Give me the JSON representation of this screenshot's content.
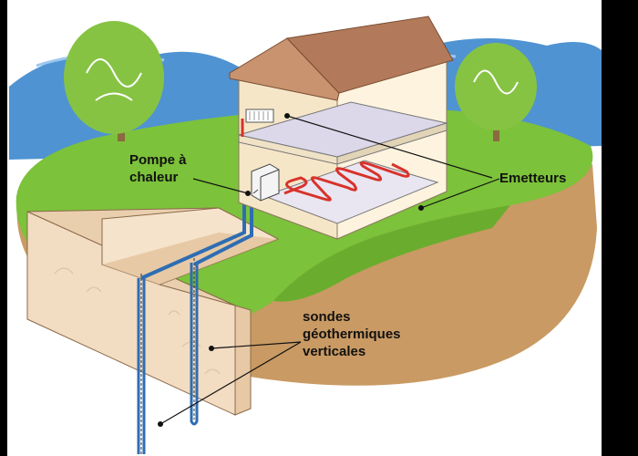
{
  "labels": {
    "pump": {
      "line1": "Pompe à",
      "line2": "chaleur"
    },
    "emitters": "Emetteurs",
    "probes": {
      "line1": "sondes",
      "line2": "géothermiques",
      "line3": "verticales"
    }
  },
  "colors": {
    "background": "#000000",
    "sky": "#ffffff",
    "hills": "#4a90d0",
    "grass": "#7cc23a",
    "soil": "#c99a63",
    "trench": "#f2dcc2",
    "roof": "#b27a5a",
    "walls": "#f6e6c8",
    "pipe_blue": "#2e6db3",
    "floor_heating": "#d8322b",
    "tree": "#86c343"
  }
}
